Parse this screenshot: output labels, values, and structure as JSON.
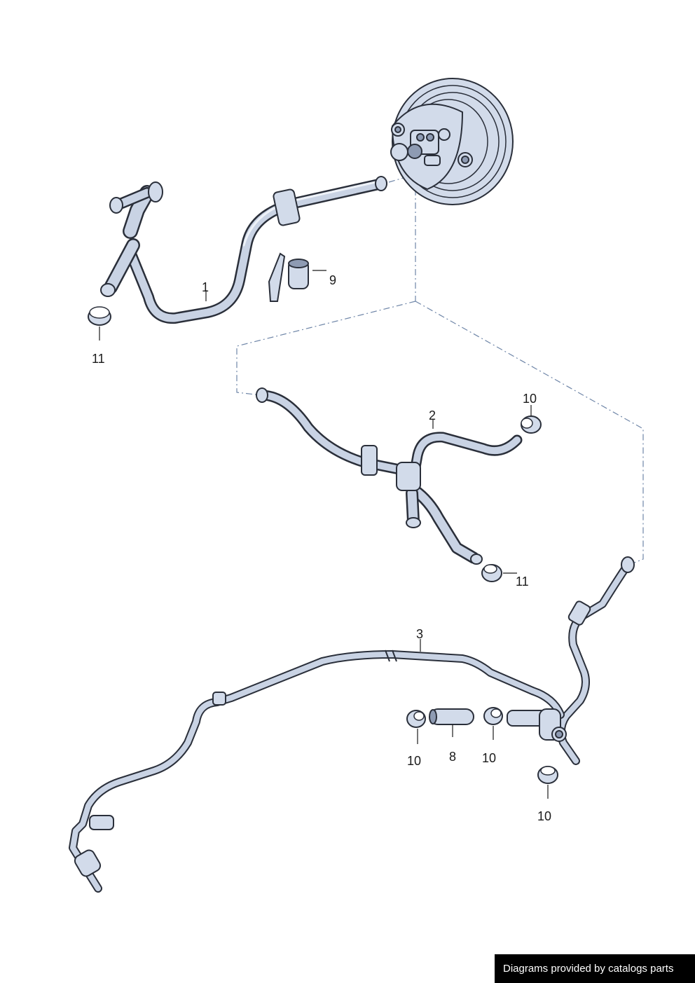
{
  "callouts": [
    {
      "id": "1",
      "text": "1"
    },
    {
      "id": "9",
      "text": "9"
    },
    {
      "id": "11a",
      "text": "11"
    },
    {
      "id": "2",
      "text": "2"
    },
    {
      "id": "10a",
      "text": "10"
    },
    {
      "id": "11b",
      "text": "11"
    },
    {
      "id": "3",
      "text": "3"
    },
    {
      "id": "10b",
      "text": "10"
    },
    {
      "id": "8",
      "text": "8"
    },
    {
      "id": "10c",
      "text": "10"
    },
    {
      "id": "10d",
      "text": "10"
    }
  ],
  "footer": {
    "credit": "Diagrams provided by catalogs parts"
  },
  "colors": {
    "line": "#2a2f3a",
    "fill": "#d2dbea",
    "dash": "#6f86a8",
    "footer_bg": "#000000"
  }
}
